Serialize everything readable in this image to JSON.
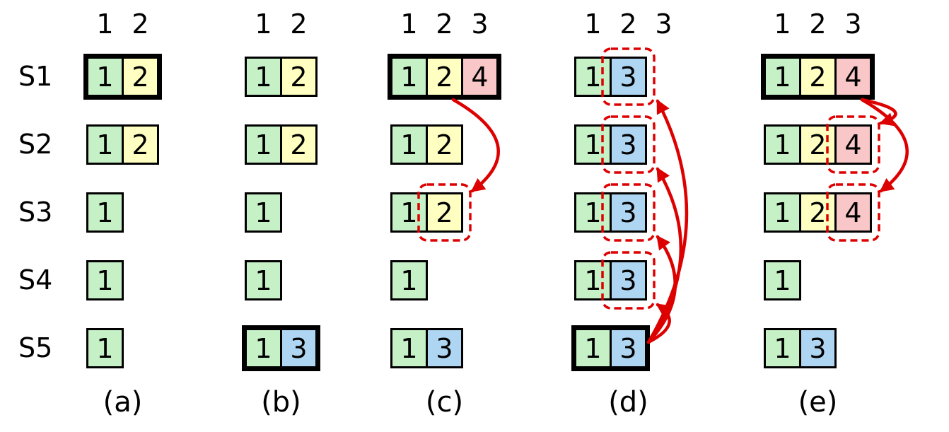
{
  "colors": {
    "green": "#c6f1c6",
    "yellow": "#ffffc2",
    "blue": "#aed5f2",
    "pink": "#f9c7c7",
    "red": "#dd0000",
    "black": "#000000"
  },
  "row_labels": [
    "S1",
    "S2",
    "S3",
    "S4",
    "S5"
  ],
  "panels": [
    {
      "label": "(a)",
      "columns": [
        "1",
        "2"
      ],
      "rows": [
        {
          "thick": true,
          "cells": [
            {
              "value": "1",
              "color": "green"
            },
            {
              "value": "2",
              "color": "yellow"
            }
          ]
        },
        {
          "cells": [
            {
              "value": "1",
              "color": "green"
            },
            {
              "value": "2",
              "color": "yellow"
            }
          ]
        },
        {
          "cells": [
            {
              "value": "1",
              "color": "green"
            }
          ]
        },
        {
          "cells": [
            {
              "value": "1",
              "color": "green"
            }
          ]
        },
        {
          "cells": [
            {
              "value": "1",
              "color": "green"
            }
          ]
        }
      ],
      "arrows": []
    },
    {
      "label": "(b)",
      "columns": [
        "1",
        "2"
      ],
      "rows": [
        {
          "cells": [
            {
              "value": "1",
              "color": "green"
            },
            {
              "value": "2",
              "color": "yellow"
            }
          ]
        },
        {
          "cells": [
            {
              "value": "1",
              "color": "green"
            },
            {
              "value": "2",
              "color": "yellow"
            }
          ]
        },
        {
          "cells": [
            {
              "value": "1",
              "color": "green"
            }
          ]
        },
        {
          "cells": [
            {
              "value": "1",
              "color": "green"
            }
          ]
        },
        {
          "thick": true,
          "cells": [
            {
              "value": "1",
              "color": "green"
            },
            {
              "value": "3",
              "color": "blue"
            }
          ]
        }
      ],
      "arrows": []
    },
    {
      "label": "(c)",
      "columns": [
        "1",
        "2",
        "3"
      ],
      "rows": [
        {
          "thick": true,
          "cells": [
            {
              "value": "1",
              "color": "green"
            },
            {
              "value": "2",
              "color": "yellow"
            },
            {
              "value": "4",
              "color": "pink"
            }
          ]
        },
        {
          "cells": [
            {
              "value": "1",
              "color": "green"
            },
            {
              "value": "2",
              "color": "yellow"
            }
          ]
        },
        {
          "cells": [
            {
              "value": "1",
              "color": "green"
            },
            {
              "value": "2",
              "color": "yellow",
              "dashed": true
            }
          ]
        },
        {
          "cells": [
            {
              "value": "1",
              "color": "green"
            }
          ]
        },
        {
          "cells": [
            {
              "value": "1",
              "color": "green"
            },
            {
              "value": "3",
              "color": "blue"
            }
          ]
        }
      ],
      "arrows": [
        {
          "from": {
            "row": 0,
            "col": 1
          },
          "to": {
            "row": 2,
            "col": 1
          }
        }
      ]
    },
    {
      "label": "(d)",
      "columns": [
        "1",
        "2",
        "3"
      ],
      "rows": [
        {
          "cells": [
            {
              "value": "1",
              "color": "green"
            },
            {
              "value": "3",
              "color": "blue",
              "dashed": true
            }
          ]
        },
        {
          "cells": [
            {
              "value": "1",
              "color": "green"
            },
            {
              "value": "3",
              "color": "blue",
              "dashed": true
            }
          ]
        },
        {
          "cells": [
            {
              "value": "1",
              "color": "green"
            },
            {
              "value": "3",
              "color": "blue",
              "dashed": true
            }
          ]
        },
        {
          "cells": [
            {
              "value": "1",
              "color": "green"
            },
            {
              "value": "3",
              "color": "blue",
              "dashed": true
            }
          ]
        },
        {
          "thick": true,
          "cells": [
            {
              "value": "1",
              "color": "green"
            },
            {
              "value": "3",
              "color": "blue"
            }
          ]
        }
      ],
      "arrows": [
        {
          "from": {
            "row": 4,
            "col": 1
          },
          "to": {
            "row": 0,
            "col": 1
          }
        },
        {
          "from": {
            "row": 4,
            "col": 1
          },
          "to": {
            "row": 1,
            "col": 1
          }
        },
        {
          "from": {
            "row": 4,
            "col": 1
          },
          "to": {
            "row": 2,
            "col": 1
          }
        },
        {
          "from": {
            "row": 4,
            "col": 1
          },
          "to": {
            "row": 3,
            "col": 1
          }
        }
      ]
    },
    {
      "label": "(e)",
      "columns": [
        "1",
        "2",
        "3"
      ],
      "rows": [
        {
          "thick": true,
          "cells": [
            {
              "value": "1",
              "color": "green"
            },
            {
              "value": "2",
              "color": "yellow"
            },
            {
              "value": "4",
              "color": "pink"
            }
          ]
        },
        {
          "cells": [
            {
              "value": "1",
              "color": "green"
            },
            {
              "value": "2",
              "color": "yellow"
            },
            {
              "value": "4",
              "color": "pink",
              "dashed": true
            }
          ]
        },
        {
          "cells": [
            {
              "value": "1",
              "color": "green"
            },
            {
              "value": "2",
              "color": "yellow"
            },
            {
              "value": "4",
              "color": "pink",
              "dashed": true
            }
          ]
        },
        {
          "cells": [
            {
              "value": "1",
              "color": "green"
            }
          ]
        },
        {
          "cells": [
            {
              "value": "1",
              "color": "green"
            },
            {
              "value": "3",
              "color": "blue"
            }
          ]
        }
      ],
      "arrows": [
        {
          "from": {
            "row": 0,
            "col": 2
          },
          "to": {
            "row": 1,
            "col": 2
          }
        },
        {
          "from": {
            "row": 0,
            "col": 2
          },
          "to": {
            "row": 2,
            "col": 2
          }
        }
      ]
    }
  ]
}
